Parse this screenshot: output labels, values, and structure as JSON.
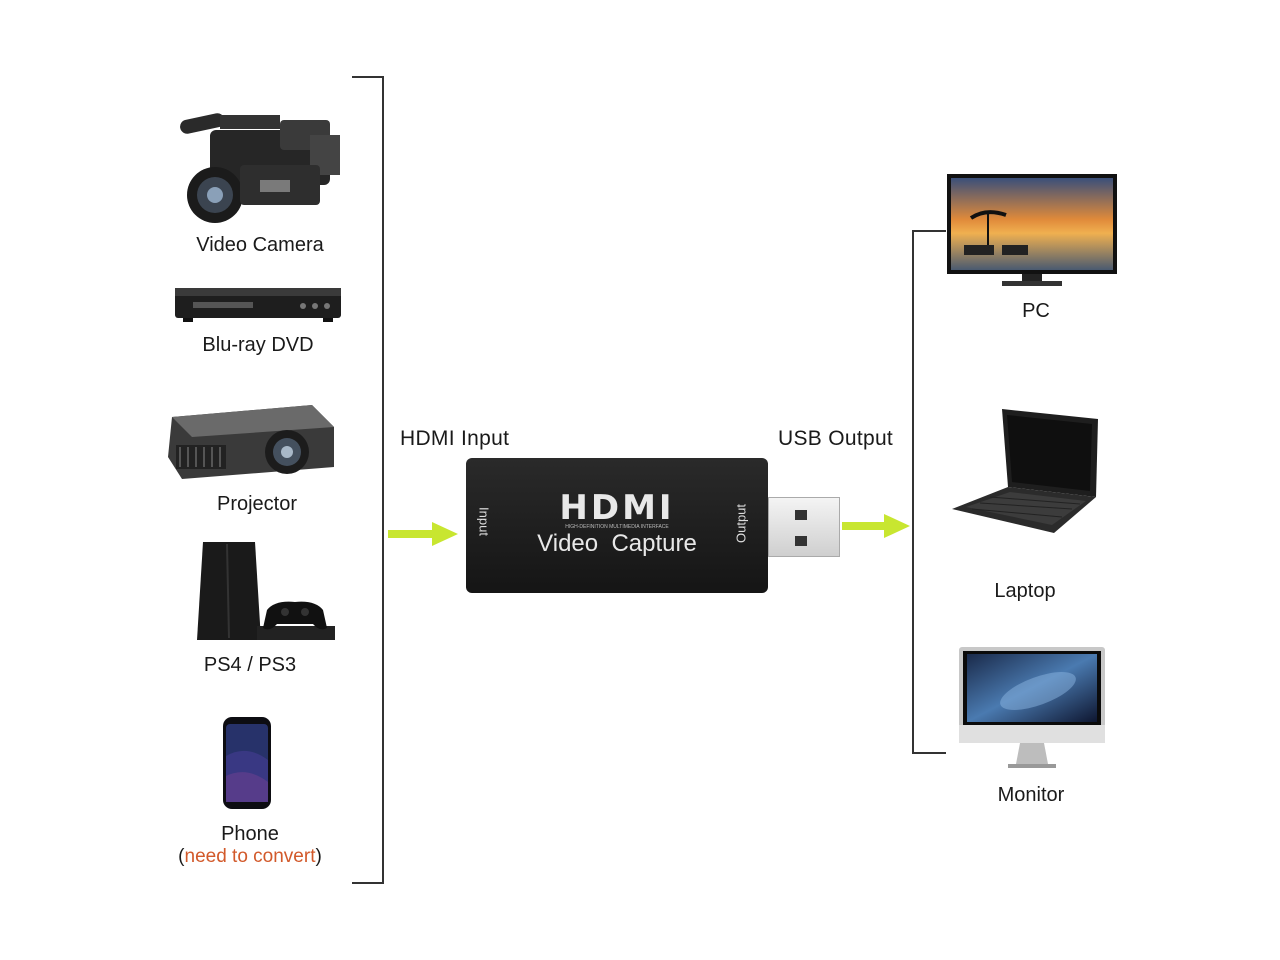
{
  "sources": [
    {
      "id": "video-camera",
      "label": "Video Camera"
    },
    {
      "id": "bluray-dvd",
      "label": "Blu-ray DVD"
    },
    {
      "id": "projector",
      "label": "Projector"
    },
    {
      "id": "ps4-ps3",
      "label": "PS4 / PS3"
    },
    {
      "id": "phone",
      "label": "Phone",
      "note_open": "(",
      "note": "need to convert",
      "note_close": ")"
    }
  ],
  "connections": {
    "input_label": "HDMI Input",
    "output_label": "USB Output",
    "arrow_color": "#c8e630"
  },
  "capture_device": {
    "logo": "HDMI",
    "logo_tagline": "HIGH-DEFINITION MULTIMEDIA INTERFACE",
    "title": "Video  Capture",
    "input_side": "Input",
    "output_side": "Output",
    "body_color": "#1c1c1c"
  },
  "outputs": [
    {
      "id": "pc",
      "label": "PC"
    },
    {
      "id": "laptop",
      "label": "Laptop"
    },
    {
      "id": "monitor",
      "label": "Monitor"
    }
  ]
}
